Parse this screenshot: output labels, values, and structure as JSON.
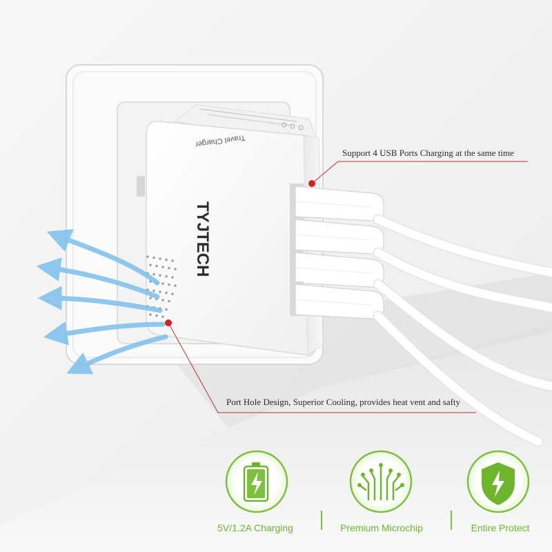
{
  "brand": "TYJTECH",
  "device_print": "Travel Charger",
  "callouts": {
    "usb_ports": "Support 4 USB Ports Charging at the same time",
    "cooling": "Port Hole Design, Superior Cooling, provides heat vent and safty"
  },
  "features": [
    {
      "label": "5V/1.2A Charging",
      "icon": "battery-charging-icon"
    },
    {
      "label": "Premium Microchip",
      "icon": "microchip-icon"
    },
    {
      "label": "Entire Protect",
      "icon": "shield-bolt-icon"
    }
  ],
  "colors": {
    "accent_green": "#6cb52d",
    "callout_red": "#d42020",
    "airflow_blue": "#6fb7e8"
  }
}
